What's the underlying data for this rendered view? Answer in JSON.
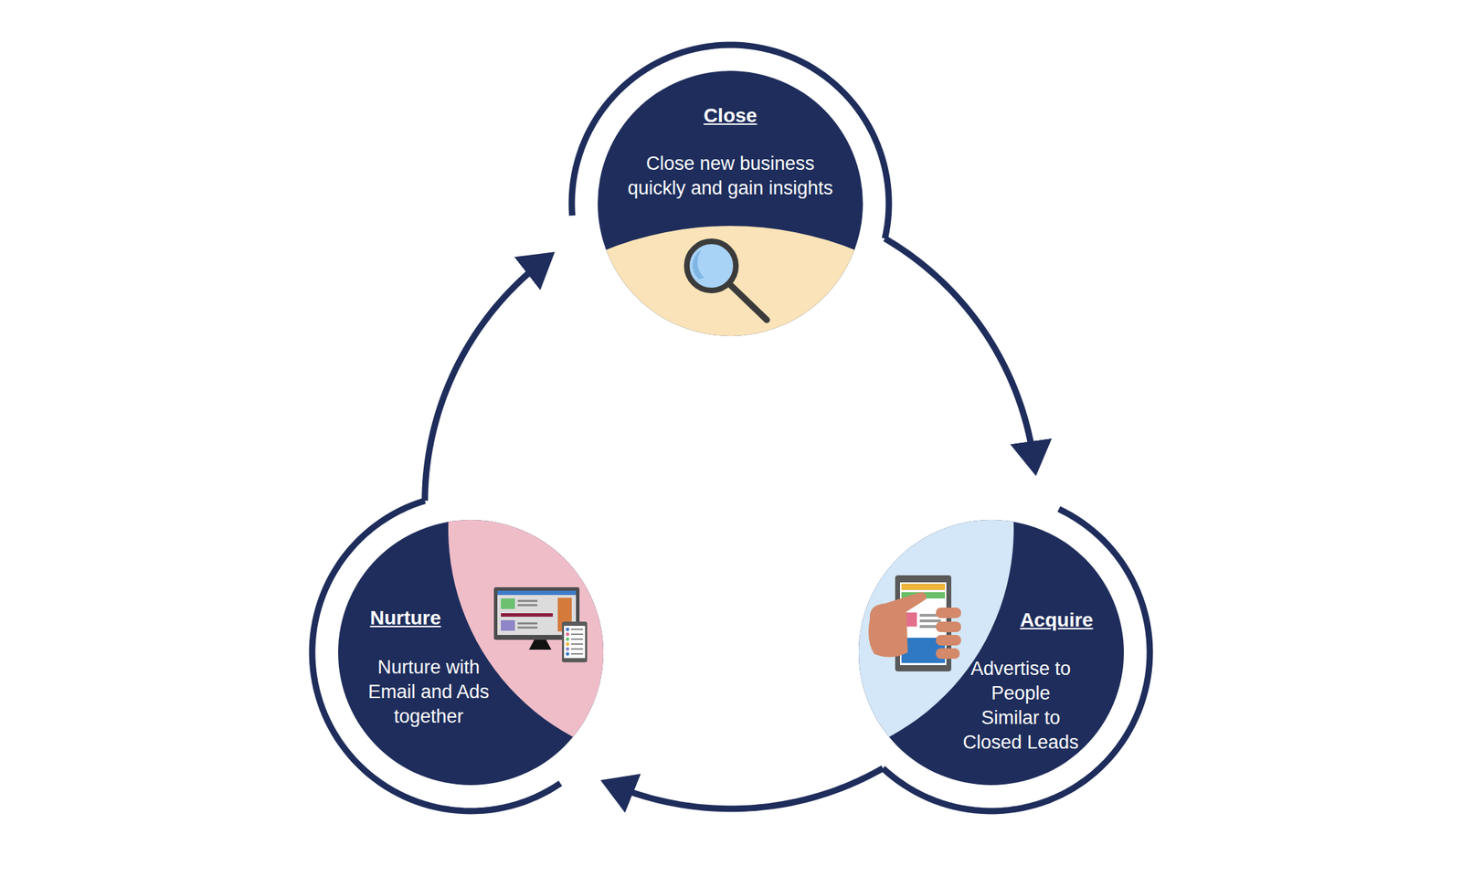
{
  "diagram": {
    "nodes": [
      {
        "text": [
          "Close",
          "Close new business quickly and gain insights"
        ]
      },
      {
        "text": [
          "Nurture",
          "Nurture with Email and Ads together"
        ]
      },
      {
        "text": [
          "Acquire",
          "Advertise to People Similar to Closed Leads"
        ]
      }
    ],
    "edges": [
      {
        "from": 0,
        "to": 2,
        "arrow": "to"
      },
      {
        "from": 2,
        "to": 1,
        "arrow": "to"
      },
      {
        "from": 1,
        "to": 0,
        "arrow": "to"
      }
    ]
  }
}
